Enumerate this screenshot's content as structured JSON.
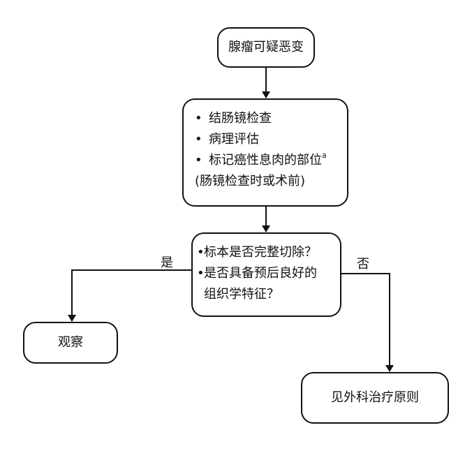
{
  "nodes": {
    "start": {
      "text": "腺瘤可疑恶变"
    },
    "process": {
      "items": [
        "结肠镜检查",
        "病理评估",
        "标记癌性息肉的部位"
      ],
      "superscript": "a",
      "note": "(肠镜检查时或术前)"
    },
    "decision": {
      "line1": "标本是否完整切除？",
      "line2": "是否具备预后良好的",
      "line3": "组织学特征？"
    },
    "observe": {
      "text": "观察"
    },
    "surgery": {
      "text": "见外科治疗原则"
    }
  },
  "edges": {
    "yes_label": "是",
    "no_label": "否"
  },
  "bullet_char": "•",
  "colors": {
    "stroke": "#111111",
    "background": "#ffffff"
  }
}
